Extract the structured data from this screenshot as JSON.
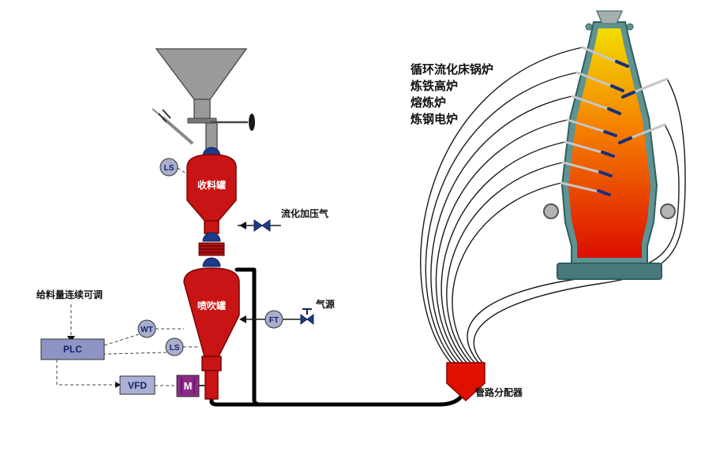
{
  "diagram": {
    "feed_note": "给料量连续可调",
    "plc": "PLC",
    "vfd": "VFD",
    "motor": "M",
    "ls_upper": "LS",
    "ls_lower": "LS",
    "wt": "WT",
    "ft": "FT",
    "receiving_tank": "收料罐",
    "injection_tank": "喷吹罐",
    "fluidizing_gas": "流化加压气",
    "gas_source": "气源",
    "distributor": "管路分配器",
    "applications": [
      "循环流化床锅炉",
      "炼铁高炉",
      "熔炼炉",
      "炼钢电炉"
    ]
  },
  "colors": {
    "vessel_red": "#c81414",
    "valve_navy": "#1e3a8a",
    "funnel_gray": "#9a9a9a",
    "instrument_fill": "#a9aecb",
    "plc_fill": "#8f94c4",
    "vfd_fill": "#aab0d4",
    "motor_fill": "#8a2b8a",
    "distributor_red": "#e01000",
    "pipe_black": "#1a1a1a",
    "furnace_wall": "#5f9393",
    "furnace_base": "#49797b",
    "furnace_top": "#f2dc00",
    "furnace_mid": "#f57d00",
    "furnace_bottom": "#dc0e00"
  }
}
